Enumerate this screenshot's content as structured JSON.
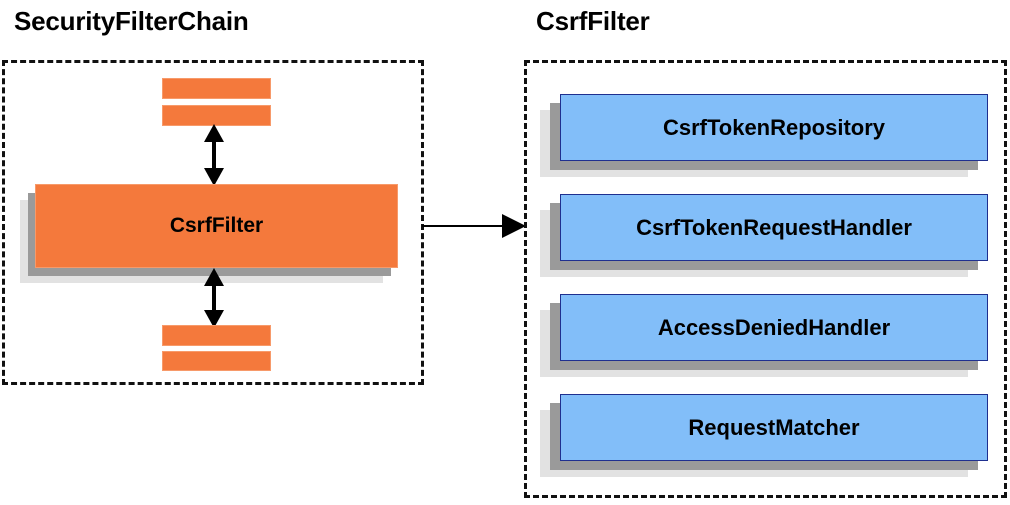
{
  "diagram": {
    "type": "component-relationship-diagram",
    "background_color": "#ffffff",
    "palette": {
      "orange_fill": "#f4793c",
      "orange_border": "#f79a6a",
      "blue_fill": "#82bef9",
      "blue_border": "#1f2f8f",
      "shadow_near": "#9a9a9a",
      "shadow_far": "#e2e2e2",
      "outline": "#111111",
      "text": "#000000"
    },
    "panels": [
      {
        "id": "security-filter-chain",
        "title": "SecurityFilterChain",
        "border_style": "dashed"
      },
      {
        "id": "csrf-filter",
        "title": "CsrfFilter",
        "border_style": "dashed"
      }
    ]
  },
  "left_panel": {
    "title": "SecurityFilterChain",
    "top_filters": [
      {
        "id": "top-filter-1",
        "label": ""
      },
      {
        "id": "top-filter-2",
        "label": ""
      }
    ],
    "focus_block": {
      "id": "csrf-filter-block",
      "label": "CsrfFilter"
    },
    "bottom_filters": [
      {
        "id": "bottom-filter-1",
        "label": ""
      },
      {
        "id": "bottom-filter-2",
        "label": ""
      }
    ],
    "connectors": [
      {
        "id": "connector-top",
        "style": "double-headed-vertical-arrow"
      },
      {
        "id": "connector-bottom",
        "style": "double-headed-vertical-arrow"
      }
    ]
  },
  "right_panel": {
    "title": "CsrfFilter",
    "collaborators": [
      {
        "id": "csrf-token-repository",
        "label": "CsrfTokenRepository"
      },
      {
        "id": "csrf-token-request-handler",
        "label": "CsrfTokenRequestHandler"
      },
      {
        "id": "access-denied-handler",
        "label": "AccessDeniedHandler"
      },
      {
        "id": "request-matcher",
        "label": "RequestMatcher"
      }
    ]
  },
  "cross_panel_connector": {
    "id": "expand-arrow",
    "style": "single-headed-horizontal-arrow",
    "from": "security-filter-chain",
    "to": "csrf-filter",
    "label": ""
  }
}
